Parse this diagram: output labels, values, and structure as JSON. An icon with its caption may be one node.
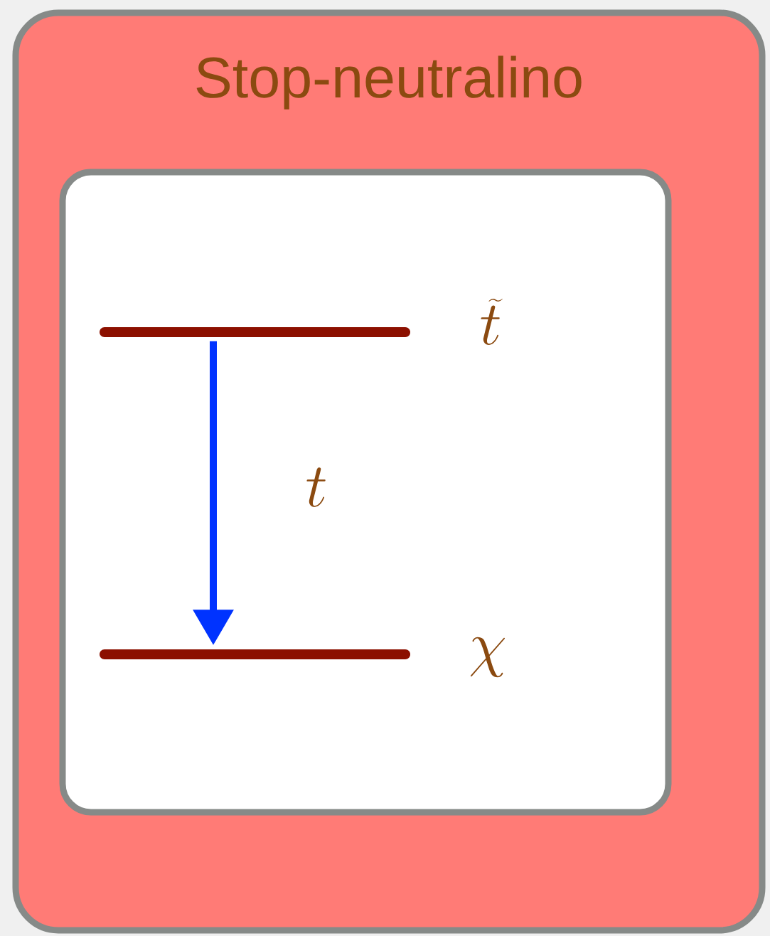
{
  "diagram": {
    "nodes": [
      {
        "text": [
          "Stop-neutralino"
        ]
      },
      {
        "text": [],
        "shape": "box",
        "in": 0
      },
      {
        "text": [],
        "shape": "bar",
        "in": 1,
        "beside": [
          "\\widetilde{t}"
        ]
      },
      {
        "text": [],
        "shape": "bar",
        "in": 1,
        "beside": [
          "\\chi"
        ]
      }
    ],
    "edges": [
      {
        "from": 2,
        "to": 3,
        "arrow": "to",
        "label": "t",
        "color": "#0033ff"
      }
    ]
  }
}
